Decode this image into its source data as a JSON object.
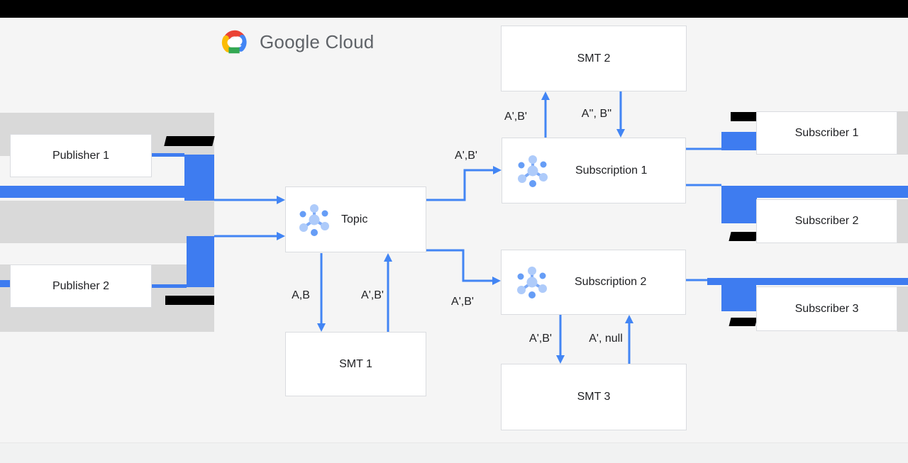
{
  "logo": {
    "text": "Google Cloud"
  },
  "nodes": {
    "publisher1": "Publisher 1",
    "publisher2": "Publisher 2",
    "topic": "Topic",
    "smt1": "SMT 1",
    "smt2": "SMT 2",
    "smt3": "SMT 3",
    "subscription1": "Subscription 1",
    "subscription2": "Subscription 2",
    "subscriber1": "Subscriber 1",
    "subscriber2": "Subscriber 2",
    "subscriber3": "Subscriber 3"
  },
  "flow_labels": {
    "topic_to_smt1": "A,B",
    "smt1_to_topic": "A',B'",
    "topic_to_sub1": "A',B'",
    "topic_to_sub2": "A',B'",
    "sub1_to_smt2": "A',B'",
    "smt2_to_sub1": "A'', B''",
    "sub2_to_smt3": "A',B'",
    "smt3_to_sub2": "A', null"
  },
  "colors": {
    "arrow_blue": "#4285f4",
    "block_blue": "#3e7cf0",
    "band_gray": "#d9d9d9",
    "box_border": "#dadce0",
    "logo_text_gray": "#5f6368"
  }
}
